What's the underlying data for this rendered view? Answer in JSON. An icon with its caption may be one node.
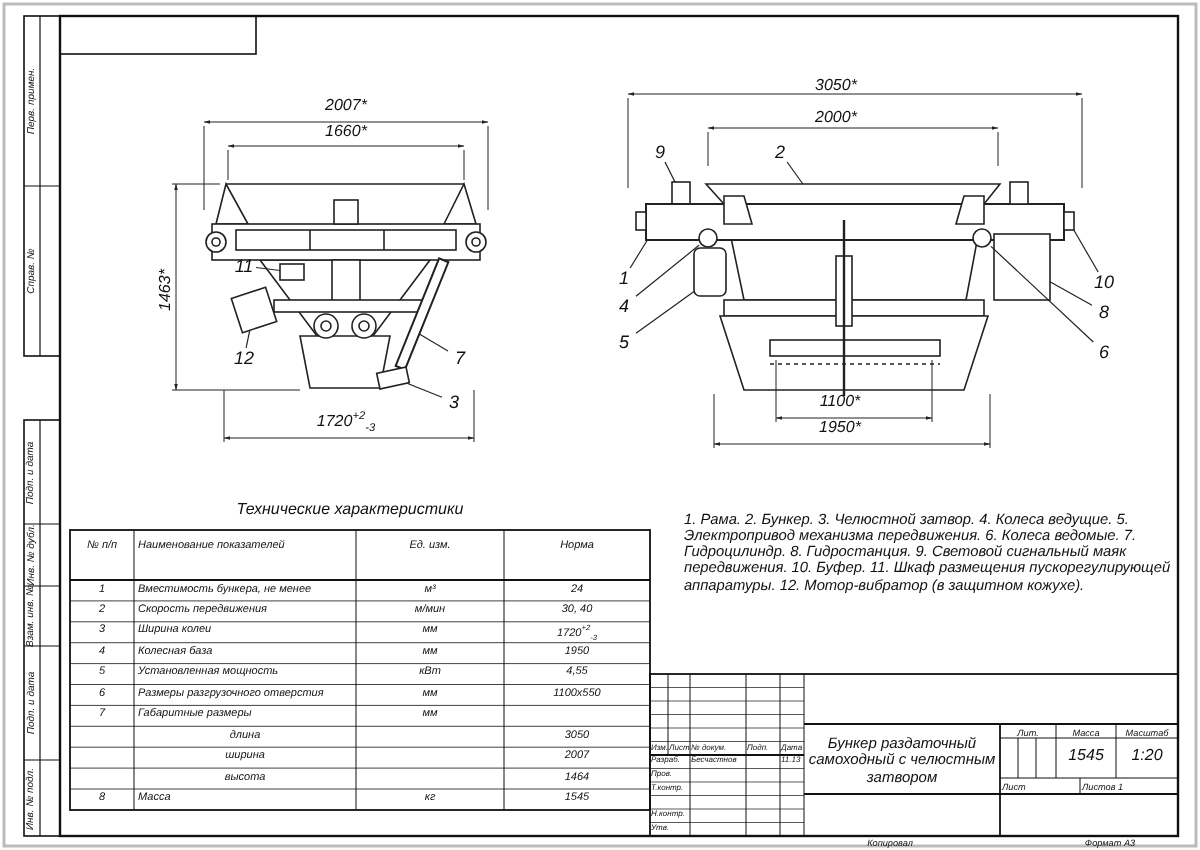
{
  "diagram": {
    "nodes": [
      {
        "text": [
          "11"
        ]
      },
      {
        "text": [
          "12"
        ]
      },
      {
        "text": [
          "7"
        ]
      },
      {
        "text": [
          "3"
        ]
      },
      {
        "text": [
          "9"
        ]
      },
      {
        "text": [
          "2"
        ]
      },
      {
        "text": [
          "1"
        ]
      },
      {
        "text": [
          "4"
        ]
      },
      {
        "text": [
          "5"
        ]
      },
      {
        "text": [
          "10"
        ]
      },
      {
        "text": [
          "8"
        ]
      },
      {
        "text": [
          "6"
        ]
      },
      {
        "text": [],
        "shape": "box"
      },
      {
        "text": [],
        "shape": "box"
      },
      {
        "text": [],
        "shape": "bar"
      },
      {
        "text": [],
        "shape": "box"
      },
      {
        "text": [],
        "shape": "box"
      },
      {
        "text": [],
        "shape": "picture"
      },
      {
        "text": [],
        "shape": "bar"
      },
      {
        "text": [],
        "shape": "circle"
      },
      {
        "text": [],
        "shape": "cylinder"
      },
      {
        "text": [],
        "shape": "box"
      },
      {
        "text": [],
        "shape": "box"
      },
      {
        "text": [],
        "shape": "circle"
      }
    ],
    "edges": [
      {
        "from": 0,
        "to": 12,
        "arrow": "none"
      },
      {
        "from": 1,
        "to": 13,
        "arrow": "none"
      },
      {
        "from": 2,
        "to": 14,
        "arrow": "none"
      },
      {
        "from": 3,
        "to": 15,
        "arrow": "none"
      },
      {
        "from": 4,
        "to": 16,
        "arrow": "none"
      },
      {
        "from": 5,
        "to": 17,
        "arrow": "none"
      },
      {
        "from": 6,
        "to": 18,
        "arrow": "none"
      },
      {
        "from": 7,
        "to": 19,
        "arrow": "none"
      },
      {
        "from": 8,
        "to": 20,
        "arrow": "none"
      },
      {
        "from": 9,
        "to": 21,
        "arrow": "none"
      },
      {
        "from": 10,
        "to": 22,
        "arrow": "none"
      },
      {
        "from": 11,
        "to": 23,
        "arrow": "none"
      }
    ],
    "labels": [
      "2007*",
      "1660*",
      "1463*",
      "1720$^{+2}$$_{-3}$",
      "3050*",
      "2000*",
      "1100*",
      "1950*",
      "Технические характеристики",
      "№ п/п",
      "Наименование показателей",
      "Ед. изм.",
      "Норма",
      "1",
      "Вместимость бункера, не менее",
      "м³",
      "24",
      "2",
      "Скорость передвижения",
      "м/мин",
      "30, 40",
      "3",
      "Ширина колеи",
      "мм",
      "1720$^{+2}$$_{-3}$",
      "4",
      "Колесная база",
      "мм",
      "1950",
      "5",
      "Установленная мощность",
      "кВт",
      "4,55",
      "6",
      "Размеры разгрузочного отверстия",
      "мм",
      "1100х550",
      "7",
      "Габаритные размеры",
      "мм",
      "длина",
      "3050",
      "ширина",
      "2007",
      "высота",
      "1464",
      "8",
      "Масса",
      "кг",
      "1545",
      "1. Рама. 2. Бункер. 3. Челюстной затвор. 4. Колеса ведущие. 5. Электропривод механизма передвижения. 6. Колеса ведомые. 7. Гидроцилиндр. 8. Гидростанция. 9. Световой сигнальный маяк передвижения. 10. Буфер. 11. Шкаф размещения пускорегулирующей аппаратуры. 12. Мотор-вибратор (в защитном кожухе).",
      "Изм.",
      "Лист",
      "№ докум.",
      "Подп.",
      "Дата",
      "Разраб.",
      "Бесчастнов",
      "11.13",
      "Пров.",
      "Т.контр.",
      "Н.контр.",
      "Утв.",
      "Бункер раздаточный самоходный с челюстным затвором",
      "Лит.",
      "Масса",
      "Масштаб",
      "1545",
      "1:20",
      "Лист",
      "Листов 1",
      "Копировал",
      "Формат А3",
      "Перв. примен.",
      "Справ. №",
      "Подп. и дата",
      "Инв. № дубл.",
      "Взам. инв. №",
      "Подп. и дата",
      "Инв. № подл."
    ]
  }
}
